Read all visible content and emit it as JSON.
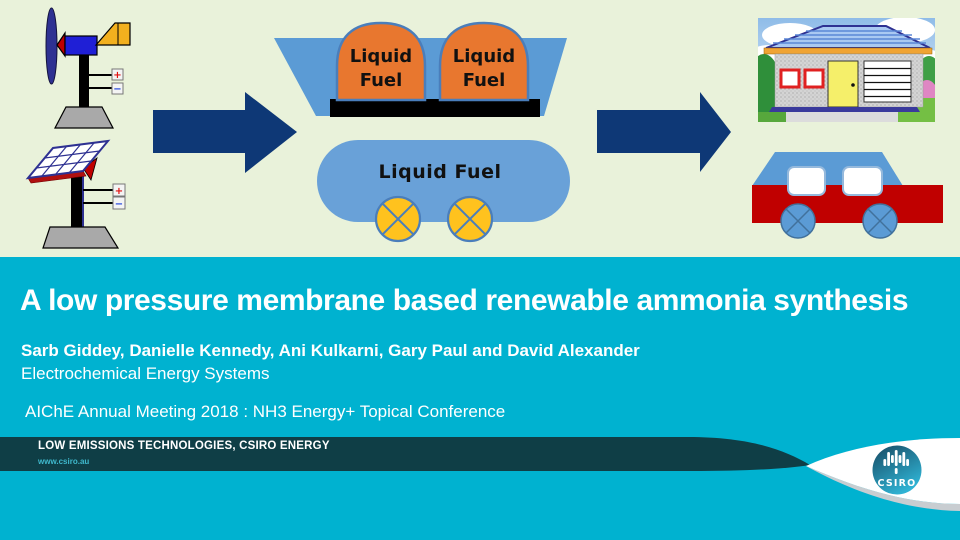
{
  "slide": {
    "title": "A low pressure membrane based renewable ammonia synthesis",
    "authors": "Sarb Giddey, Danielle Kennedy, Ani Kulkarni, Gary Paul and David Alexander",
    "department": "Electrochemical Energy Systems",
    "conference": "AIChE Annual Meeting 2018 : NH3 Energy+ Topical Conference"
  },
  "footer": {
    "banner_title": "LOW EMISSIONS TECHNOLOGIES, CSIRO ENERGY",
    "website": "www.csiro.au",
    "logo_text": "CSIRO"
  },
  "illustration": {
    "tank_label_line1": "Liquid",
    "tank_label_line2": "Fuel",
    "tanker_label": "Liquid Fuel",
    "electrode_plus": "+",
    "electrode_minus": "−"
  },
  "colors": {
    "top_background": "#e9f2da",
    "bottom_background": "#00b2d0",
    "banner_background": "#0f3e46",
    "arrow_navy": "#0e3876",
    "ship_blue": "#5b9bd5",
    "tank_orange": "#e8772f",
    "wheel_yellow": "#ffc21e",
    "car_red": "#c00000",
    "turbine_blue": "#1f1fd6",
    "logo_teal": "#1d7fa5"
  }
}
